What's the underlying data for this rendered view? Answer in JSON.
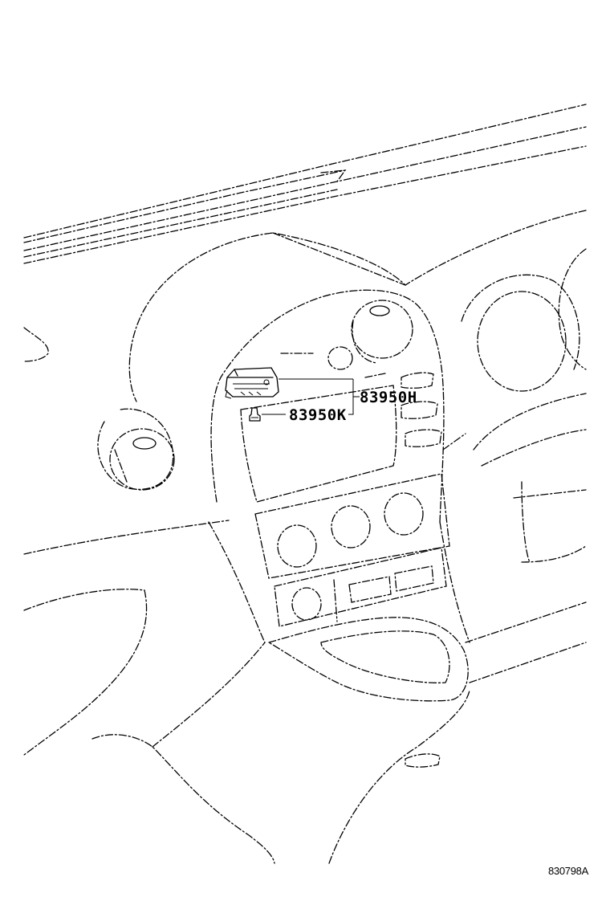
{
  "callouts": [
    {
      "part_number": "83950H"
    },
    {
      "part_number": "83950K"
    }
  ],
  "illustration_code": "830798A"
}
